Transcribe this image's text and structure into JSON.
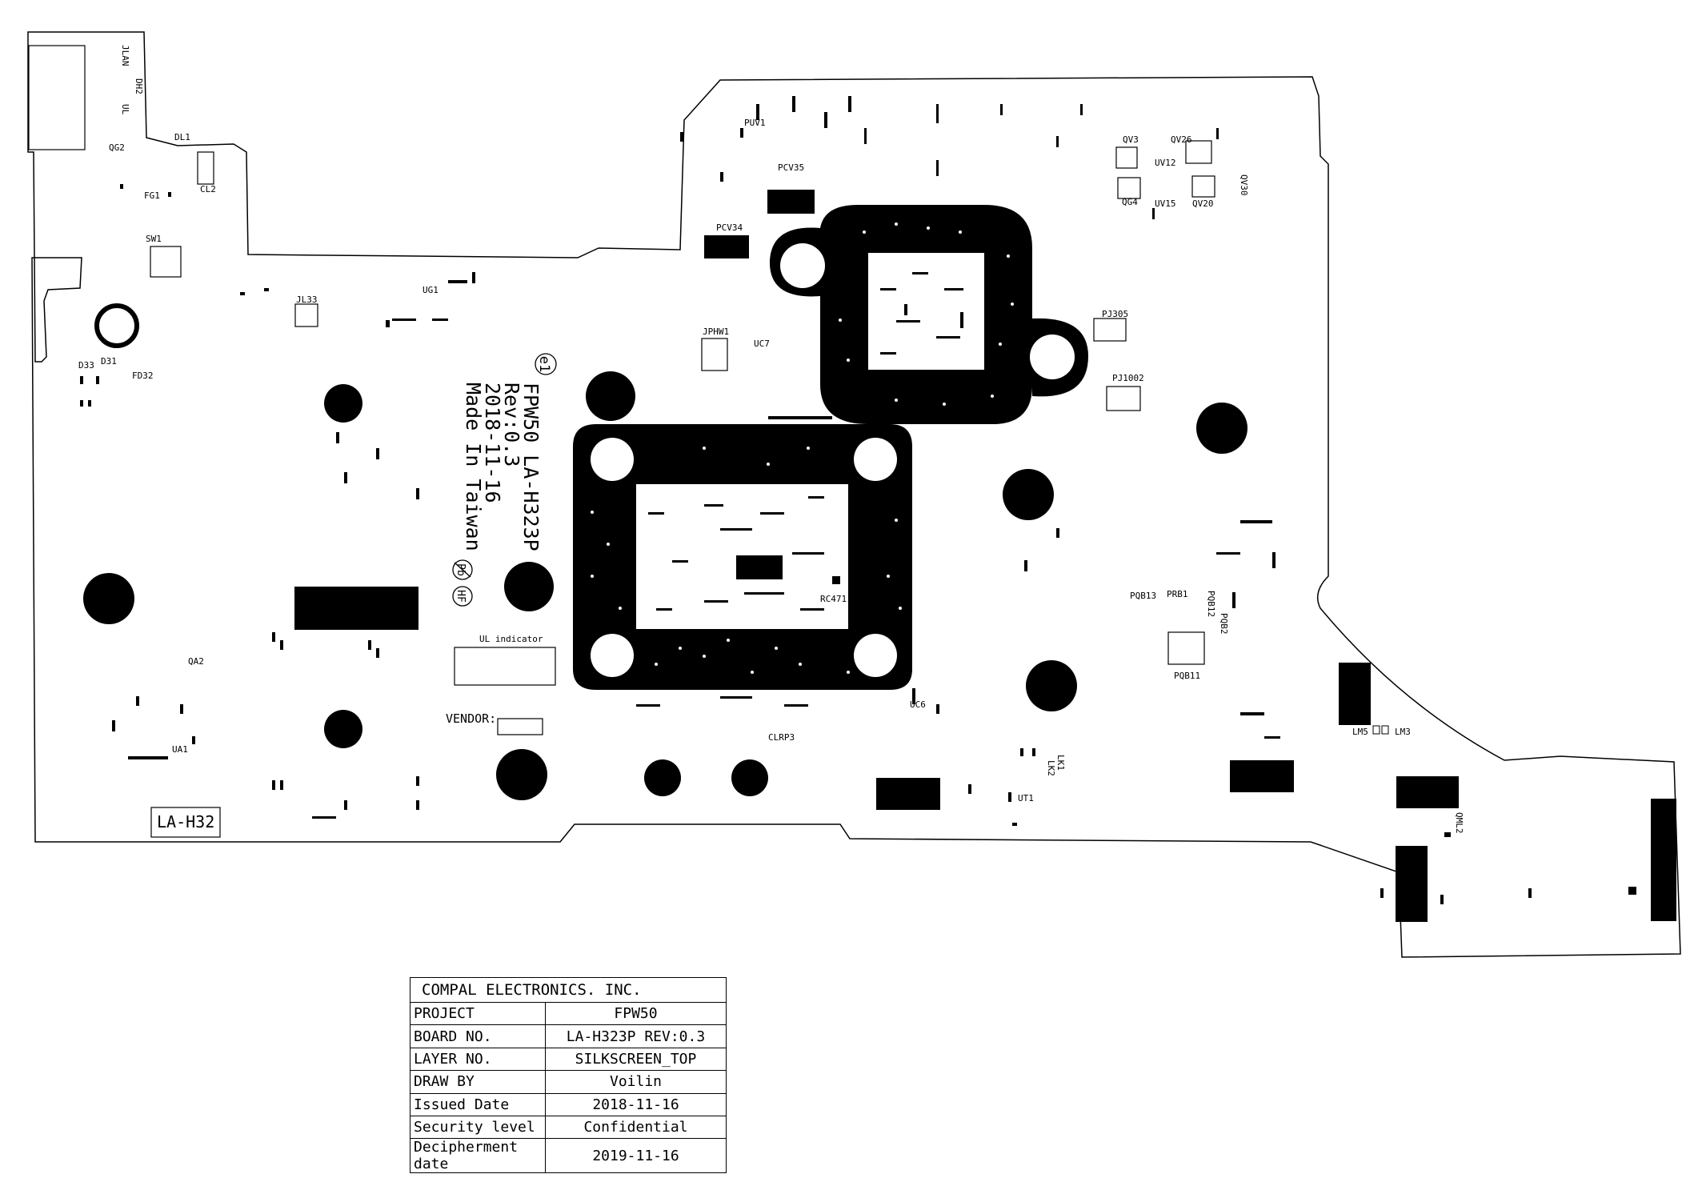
{
  "board": {
    "marking_line1": "FPW50 LA-H323P",
    "marking_line2": "Rev:0.3",
    "marking_line3": "2018-11-16",
    "marking_line4": "Made In Taiwan",
    "corner_tag": "LA-H32",
    "ul_indicator": "UL indicator",
    "vendor": "VENDOR:",
    "logo_e1": "e1",
    "logo_pb": "Pb",
    "logo_hf": "HF"
  },
  "refdes": {
    "jlan": "JLAN",
    "dh2": "DH2",
    "ul": "UL",
    "qg2": "QG2",
    "dl1": "DL1",
    "fg1": "FG1",
    "cl2": "CL2",
    "sw1": "SW1",
    "ug1": "UG1",
    "jl33": "JL33",
    "d33": "D33",
    "d31": "D31",
    "fd32": "FD32",
    "puv1": "PUV1",
    "pcv35": "PCV35",
    "pcv34": "PCV34",
    "jphw1": "JPHW1",
    "uc7": "UC7",
    "qv3": "QV3",
    "qv26": "QV26",
    "uv12": "UV12",
    "qg4": "QG4",
    "uv15": "UV15",
    "qv20": "QV20",
    "qv30": "QV30",
    "pj305": "PJ305",
    "pj1002": "PJ1002",
    "pqb13": "PQB13",
    "prb1": "PRB1",
    "pqb12": "PQB12",
    "pqb2": "PQB2",
    "pqb11": "PQB11",
    "lm5": "LM5",
    "lm3": "LM3",
    "qa2": "QA2",
    "ua1": "UA1",
    "uc6": "UC6",
    "clrp3": "CLRP3",
    "rc471": "RC471",
    "lk1": "LK1",
    "lk2": "LK2",
    "ut1": "UT1",
    "qml2": "QML2"
  },
  "title_block": {
    "company": "COMPAL ELECTRONICS. INC.",
    "rows": [
      {
        "key": "PROJECT",
        "value": "FPW50"
      },
      {
        "key": "BOARD NO.",
        "value": "LA-H323P   REV:0.3"
      },
      {
        "key": "LAYER NO.",
        "value": "SILKSCREEN_TOP"
      },
      {
        "key": "DRAW BY",
        "value": "Voilin"
      },
      {
        "key": "Issued Date",
        "value": "2018-11-16"
      },
      {
        "key": "Security level",
        "value": "Confidential"
      },
      {
        "key": "Decipherment date",
        "value": "2019-11-16"
      }
    ]
  }
}
